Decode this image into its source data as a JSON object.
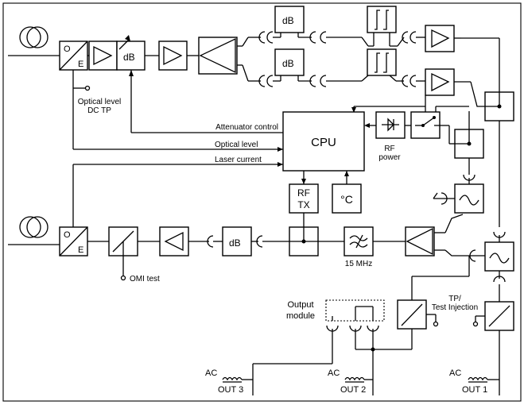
{
  "labels": {
    "optical_level_tp_line1": "Optical level",
    "optical_level_tp_line2": "DC TP",
    "attenuator_control": "Attenuator control",
    "optical_level": "Optical level",
    "laser_current": "Laser current",
    "cpu": "CPU",
    "rf_power_line1": "RF",
    "rf_power_line2": "power",
    "rf_tx_line1": "RF",
    "rf_tx_line2": "TX",
    "temperature": "°C",
    "filter_15mhz": "15 MHz",
    "omi_test": "OMI test",
    "output_module_line1": "Output",
    "output_module_line2": "module",
    "tp_line1": "TP/",
    "tp_line2": "Test Injection",
    "ac1": "AC",
    "ac2": "AC",
    "ac3": "AC",
    "out1": "OUT 1",
    "out2": "OUT 2",
    "out3": "OUT 3",
    "o_top": "O",
    "e_top": "E",
    "o_bottom": "O",
    "e_bottom": "E",
    "db_attenuator": "dB",
    "db_upper_a": "dB",
    "db_upper_b": "dB",
    "db_lower": "dB"
  },
  "colors": {
    "stroke": "#000000",
    "background": "#ffffff"
  }
}
